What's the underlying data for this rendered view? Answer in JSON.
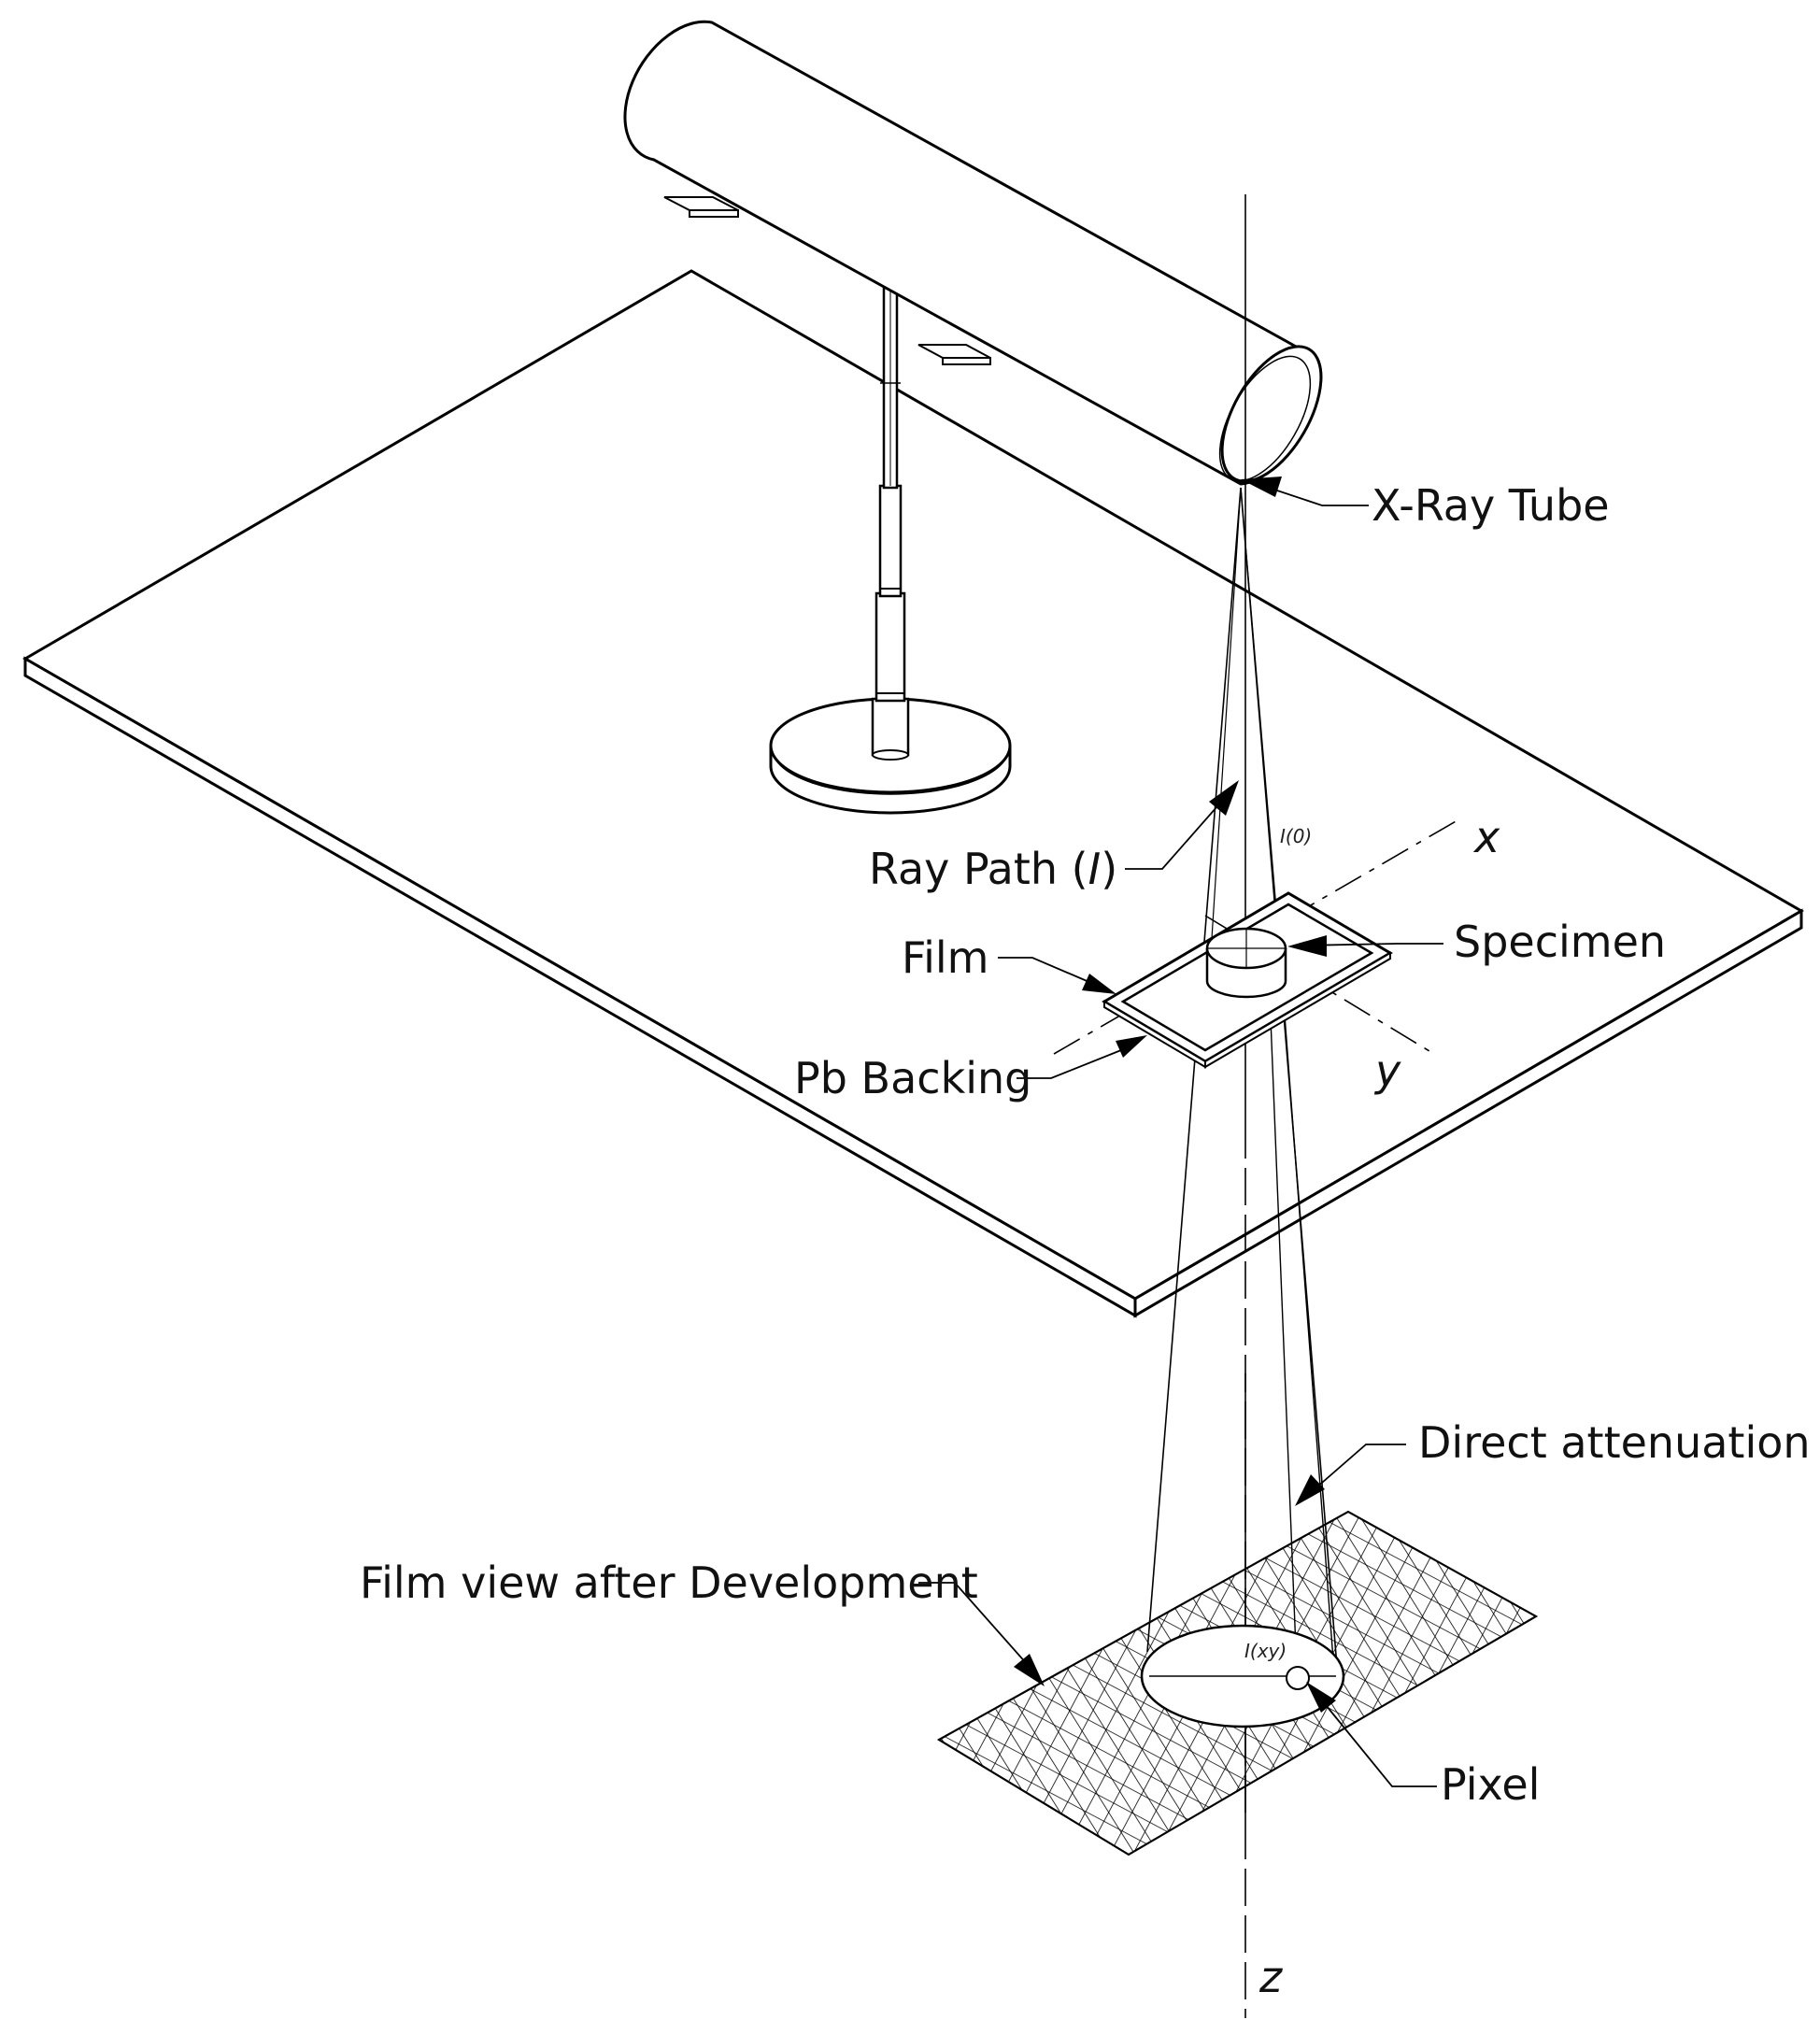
{
  "labels": {
    "xray_tube": "X-Ray Tube",
    "ray_path_prefix": "Ray Path (",
    "ray_path_symbol": "I",
    "ray_path_suffix": ")",
    "film": "Film",
    "specimen": "Specimen",
    "pb_backing": "Pb Backing",
    "direct_attenuation": "Direct attenuation",
    "film_view": "Film view after Development",
    "pixel": "Pixel"
  },
  "symbols": {
    "i0": "I(0)",
    "ixy": "I(xy)"
  },
  "axes": {
    "x": "x",
    "y": "y",
    "z": "z"
  }
}
